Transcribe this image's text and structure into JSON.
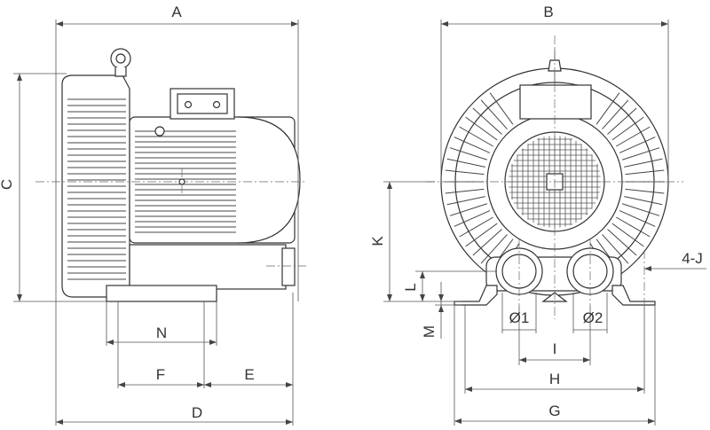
{
  "labels": {
    "A": "A",
    "B": "B",
    "C": "C",
    "D": "D",
    "E": "E",
    "F": "F",
    "G": "G",
    "H": "H",
    "I": "I",
    "K": "K",
    "L": "L",
    "M": "M",
    "N": "N",
    "phi1": "Ø1",
    "phi2": "Ø2",
    "holes": "4-J"
  }
}
